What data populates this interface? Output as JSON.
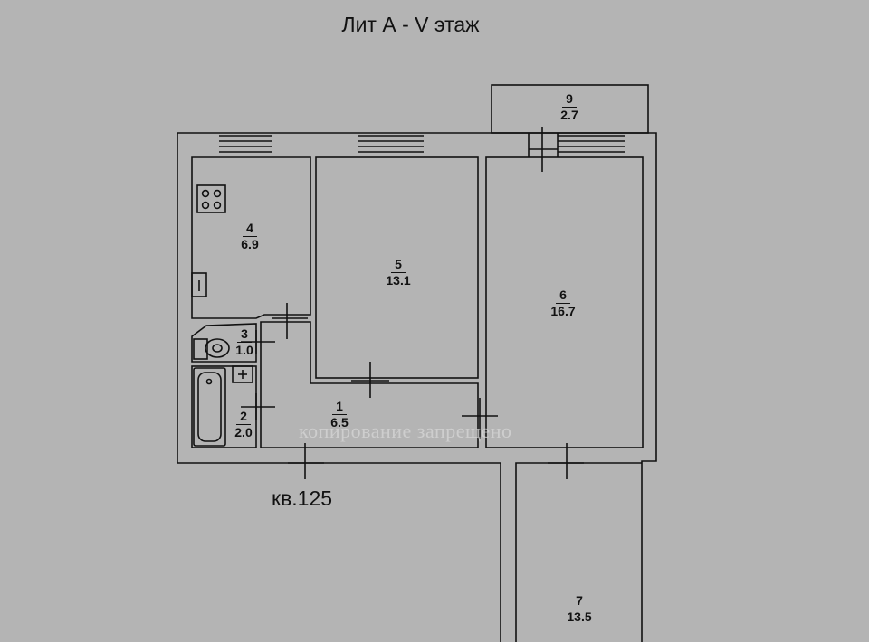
{
  "header": {
    "title": "Лит А - V этаж"
  },
  "apartment": {
    "label": "кв.125"
  },
  "watermark": "копирование запрещено",
  "rooms": [
    {
      "num": "1",
      "area": "6.5"
    },
    {
      "num": "2",
      "area": "2.0"
    },
    {
      "num": "3",
      "area": "1.0"
    },
    {
      "num": "4",
      "area": "6.9"
    },
    {
      "num": "5",
      "area": "13.1"
    },
    {
      "num": "6",
      "area": "16.7"
    },
    {
      "num": "7",
      "area": "13.5"
    },
    {
      "num": "9",
      "area": "2.7"
    }
  ],
  "colors": {
    "background": "#b4b4b4",
    "lines": "#111111"
  }
}
